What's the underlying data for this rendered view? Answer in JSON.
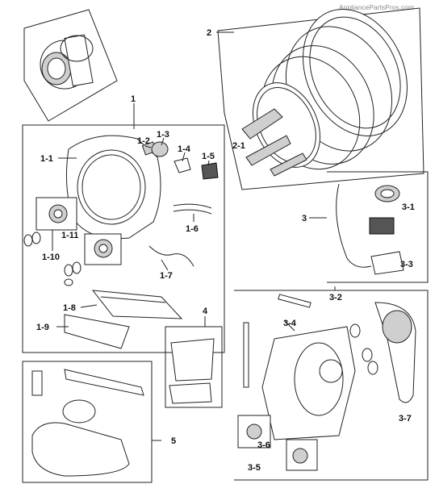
{
  "watermark": "AppliancePartsPros.com",
  "callouts": {
    "c1": "1",
    "c1_1": "1-1",
    "c1_2": "1-2",
    "c1_3": "1-3",
    "c1_4": "1-4",
    "c1_5": "1-5",
    "c1_6": "1-6",
    "c1_7": "1-7",
    "c1_8": "1-8",
    "c1_9": "1-9",
    "c1_10": "1-10",
    "c1_11": "1-11",
    "c2": "2",
    "c2_1": "2-1",
    "c3": "3",
    "c3_1": "3-1",
    "c3_2": "3-2",
    "c3_3": "3-3",
    "c3_4": "3-4",
    "c3_5": "3-5",
    "c3_6": "3-6",
    "c3_7": "3-7",
    "c4": "4",
    "c5": "5"
  }
}
